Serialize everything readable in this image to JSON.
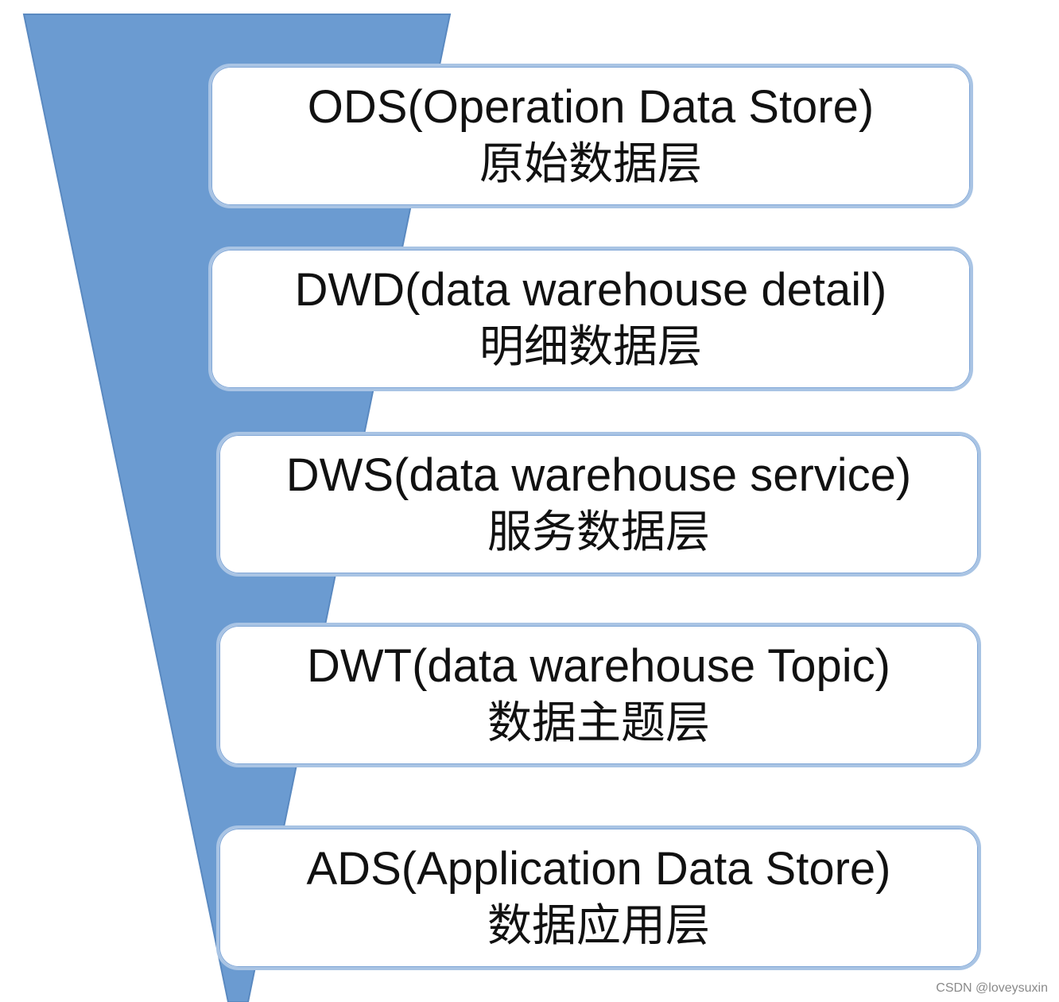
{
  "diagram": {
    "funnel_color": "#6b9bd1",
    "box_border_color": "#a9c4e4",
    "layers": [
      {
        "name_en": "ODS(Operation Data Store)",
        "name_zh": "原始数据层"
      },
      {
        "name_en": "DWD(data warehouse detail)",
        "name_zh": "明细数据层"
      },
      {
        "name_en": "DWS(data warehouse service)",
        "name_zh": "服务数据层"
      },
      {
        "name_en": "DWT(data warehouse Topic)",
        "name_zh": "数据主题层"
      },
      {
        "name_en": "ADS(Application Data Store)",
        "name_zh": "数据应用层"
      }
    ]
  },
  "watermark": "CSDN @loveysuxin"
}
